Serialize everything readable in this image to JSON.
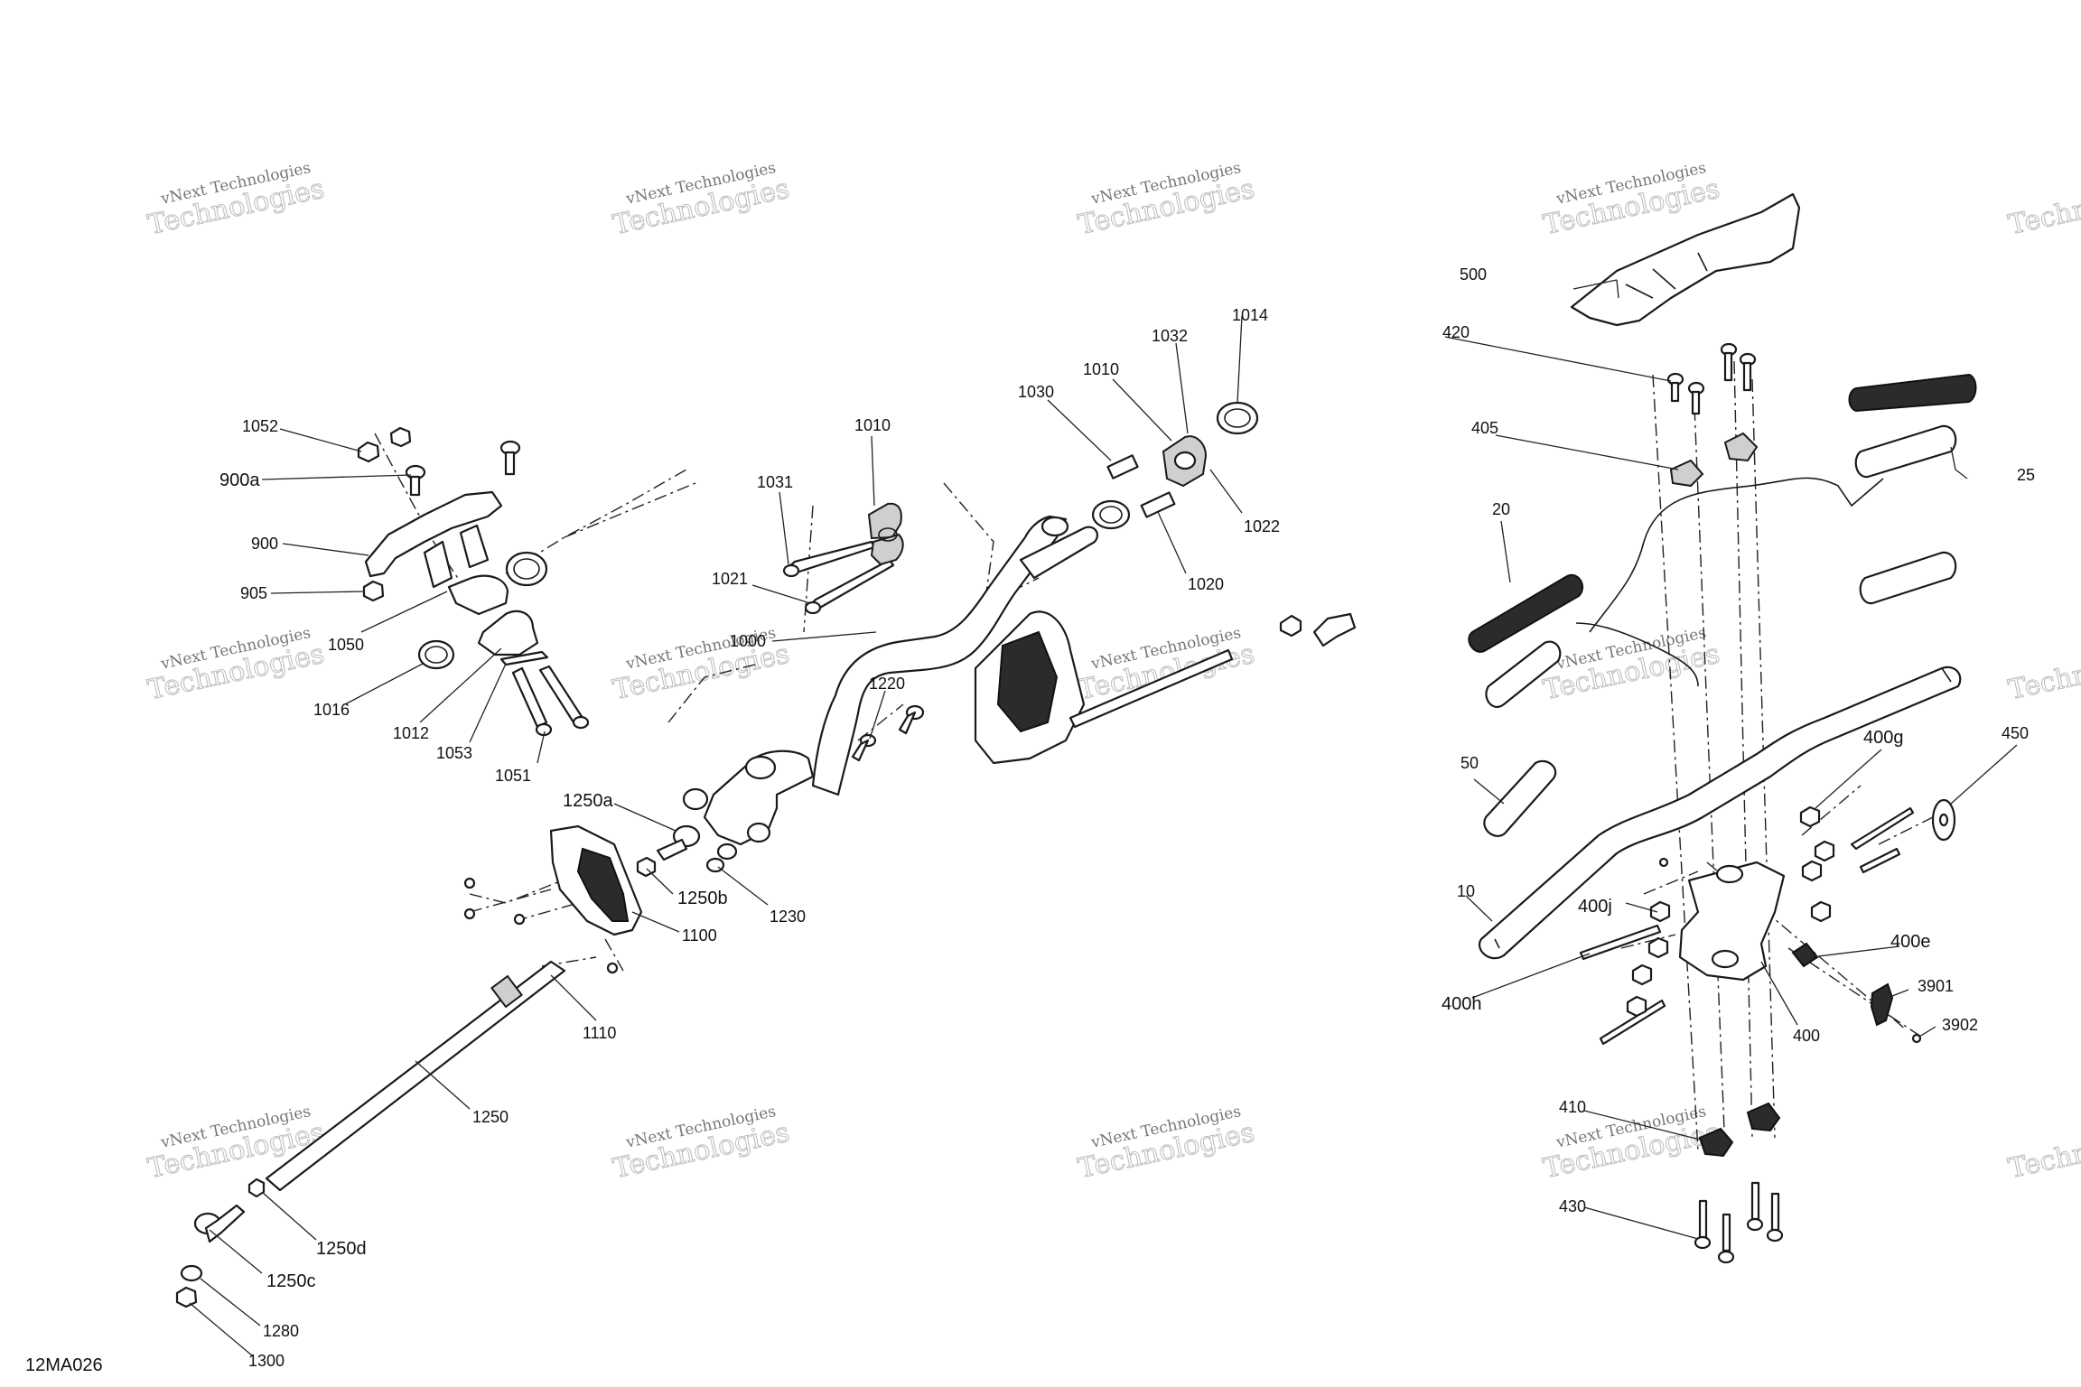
{
  "diagram_code": "12MA026",
  "watermark": {
    "line1": "vNext Technologies",
    "line2": "Technologies",
    "overlay": "vNext"
  },
  "callouts": {
    "c1052": "1052",
    "c900a": "900a",
    "c900": "900",
    "c905": "905",
    "c1050": "1050",
    "c1016": "1016",
    "c1012": "1012",
    "c1053": "1053",
    "c1051": "1051",
    "c1031": "1031",
    "c1010a": "1010",
    "c1021": "1021",
    "c1000": "1000",
    "c1030": "1030",
    "c1010b": "1010",
    "c1032": "1032",
    "c1014": "1014",
    "c1022": "1022",
    "c1020": "1020",
    "c1220": "1220",
    "c1250a": "1250a",
    "c1250b": "1250b",
    "c1230": "1230",
    "c1100": "1100",
    "c1110": "1110",
    "c1250": "1250",
    "c1250d": "1250d",
    "c1250c": "1250c",
    "c1280": "1280",
    "c1300": "1300",
    "c500": "500",
    "c420": "420",
    "c405": "405",
    "c25": "25",
    "c20": "20",
    "c50": "50",
    "c10": "10",
    "c400g": "400g",
    "c450": "450",
    "c400j": "400j",
    "c400e": "400e",
    "c400h": "400h",
    "c3901": "3901",
    "c3902": "3902",
    "c400": "400",
    "c410": "410",
    "c430": "430"
  }
}
